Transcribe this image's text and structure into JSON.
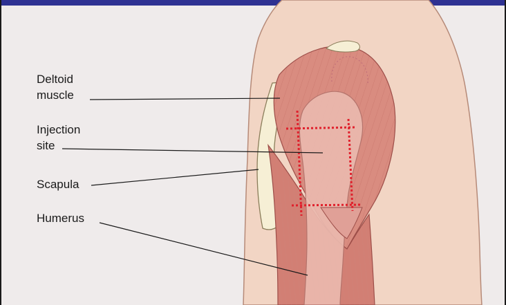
{
  "labels": {
    "deltoid_line1": "Deltoid",
    "deltoid_line2": "muscle",
    "injection_line1": "Injection",
    "injection_line2": "site",
    "scapula": "Scapula",
    "humerus": "Humerus"
  },
  "colors": {
    "frame_bar": "#2e3192",
    "background": "#efebeb",
    "skin": "#f2d5c4",
    "skin_outline": "#b68a78",
    "muscle": "#d98c80",
    "muscle_dark": "#c76e66",
    "bone": "#f6efd5",
    "humerus": "#ebb9ae",
    "injection_marker": "#e0202c",
    "leader_line": "#1a1a1a"
  }
}
